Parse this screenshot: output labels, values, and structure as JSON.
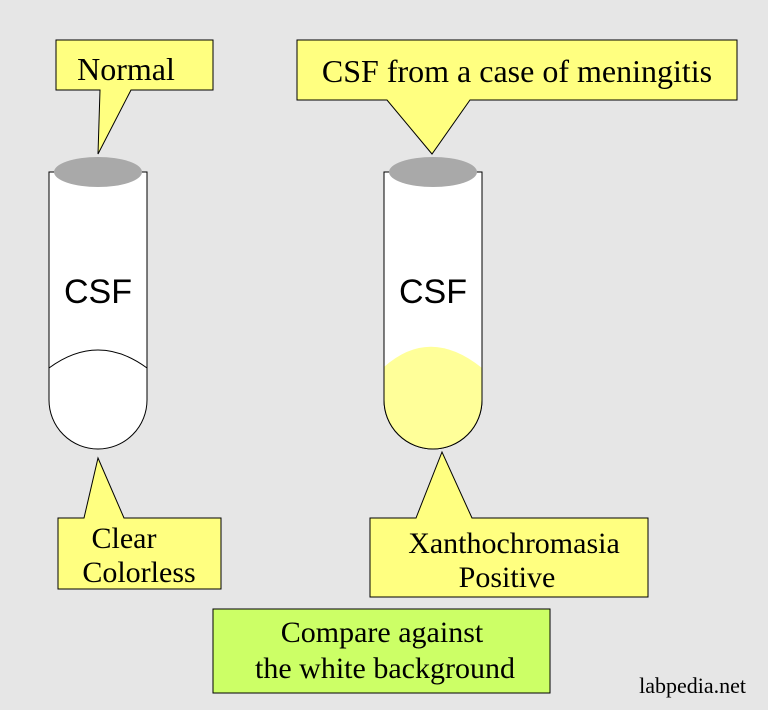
{
  "colors": {
    "background": "#e6e6e6",
    "callout_fill": "#ffff80",
    "note_fill": "#ccff66",
    "cap_fill": "#a9a9a9",
    "tube_fill": "#ffffff",
    "xanthochromic_fluid": "#ffff99"
  },
  "left_tube": {
    "top_callout": "Normal",
    "label": "CSF",
    "bottom_callout_lines": [
      "Clear",
      "Colorless"
    ]
  },
  "right_tube": {
    "top_callout": "CSF from a case of meningitis",
    "label": "CSF",
    "bottom_callout_lines": [
      "Xanthochromasia",
      "Positive"
    ]
  },
  "note_lines": [
    "Compare against",
    "the white background"
  ],
  "credit": "labpedia.net"
}
